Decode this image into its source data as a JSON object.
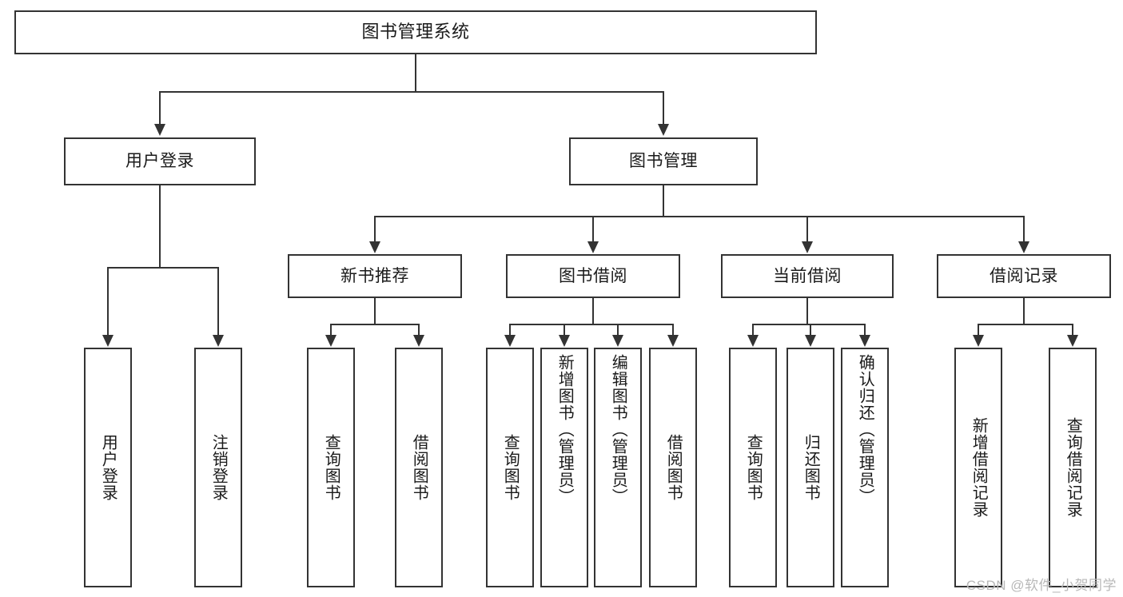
{
  "diagram": {
    "title": "图书管理系统",
    "root": {
      "label": "图书管理系统"
    },
    "level2": [
      {
        "label": "用户登录"
      },
      {
        "label": "图书管理"
      }
    ],
    "level3": [
      {
        "label": "新书推荐"
      },
      {
        "label": "图书借阅"
      },
      {
        "label": "当前借阅"
      },
      {
        "label": "借阅记录"
      }
    ],
    "leaves": [
      {
        "label": "用户登录",
        "parent": "用户登录"
      },
      {
        "label": "注销登录",
        "parent": "用户登录"
      },
      {
        "label": "查询图书",
        "parent": "新书推荐"
      },
      {
        "label": "借阅图书",
        "parent": "新书推荐"
      },
      {
        "label": "查询图书",
        "parent": "图书借阅"
      },
      {
        "label": "新增图书（管理员）",
        "parent": "图书借阅"
      },
      {
        "label": "编辑图书（管理员）",
        "parent": "图书借阅"
      },
      {
        "label": "借阅图书",
        "parent": "图书借阅"
      },
      {
        "label": "查询图书",
        "parent": "当前借阅"
      },
      {
        "label": "归还图书",
        "parent": "当前借阅"
      },
      {
        "label": "确认归还（管理员）",
        "parent": "当前借阅"
      },
      {
        "label": "新增借阅记录",
        "parent": "借阅记录"
      },
      {
        "label": "查询借阅记录",
        "parent": "借阅记录"
      }
    ]
  },
  "watermark": {
    "text": "CSDN @软件_小贺同学"
  },
  "colors": {
    "border": "#333333",
    "text": "#1a1a1a",
    "background": "#ffffff",
    "watermark": "#b8b8b8"
  }
}
